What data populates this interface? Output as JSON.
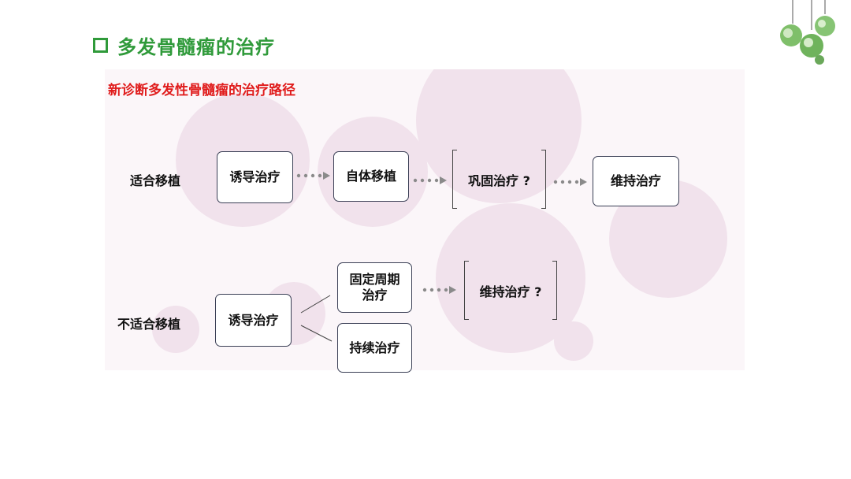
{
  "heading": {
    "text": "多发骨髓瘤的治疗"
  },
  "subtitle": {
    "text": "新诊断多发性骨髓瘤的治疗路径"
  },
  "rows": {
    "eligible": {
      "label": "适合移植",
      "induction": "诱导治疗",
      "asct": "自体移植",
      "consolidation": "巩固治疗 ?",
      "maintenance": "维持治疗"
    },
    "ineligible": {
      "label": "不适合移植",
      "induction": "诱导治疗",
      "fixed_line1": "固定周期",
      "fixed_line2": "治疗",
      "continuous": "持续治疗",
      "maintenance": "维持治疗 ?"
    }
  },
  "colors": {
    "heading_green": "#2f9a3a",
    "subtitle_red": "#e01c1c",
    "arrow_gray": "#8a8a8a"
  },
  "icons": [
    "ornament-lamps-icon"
  ]
}
